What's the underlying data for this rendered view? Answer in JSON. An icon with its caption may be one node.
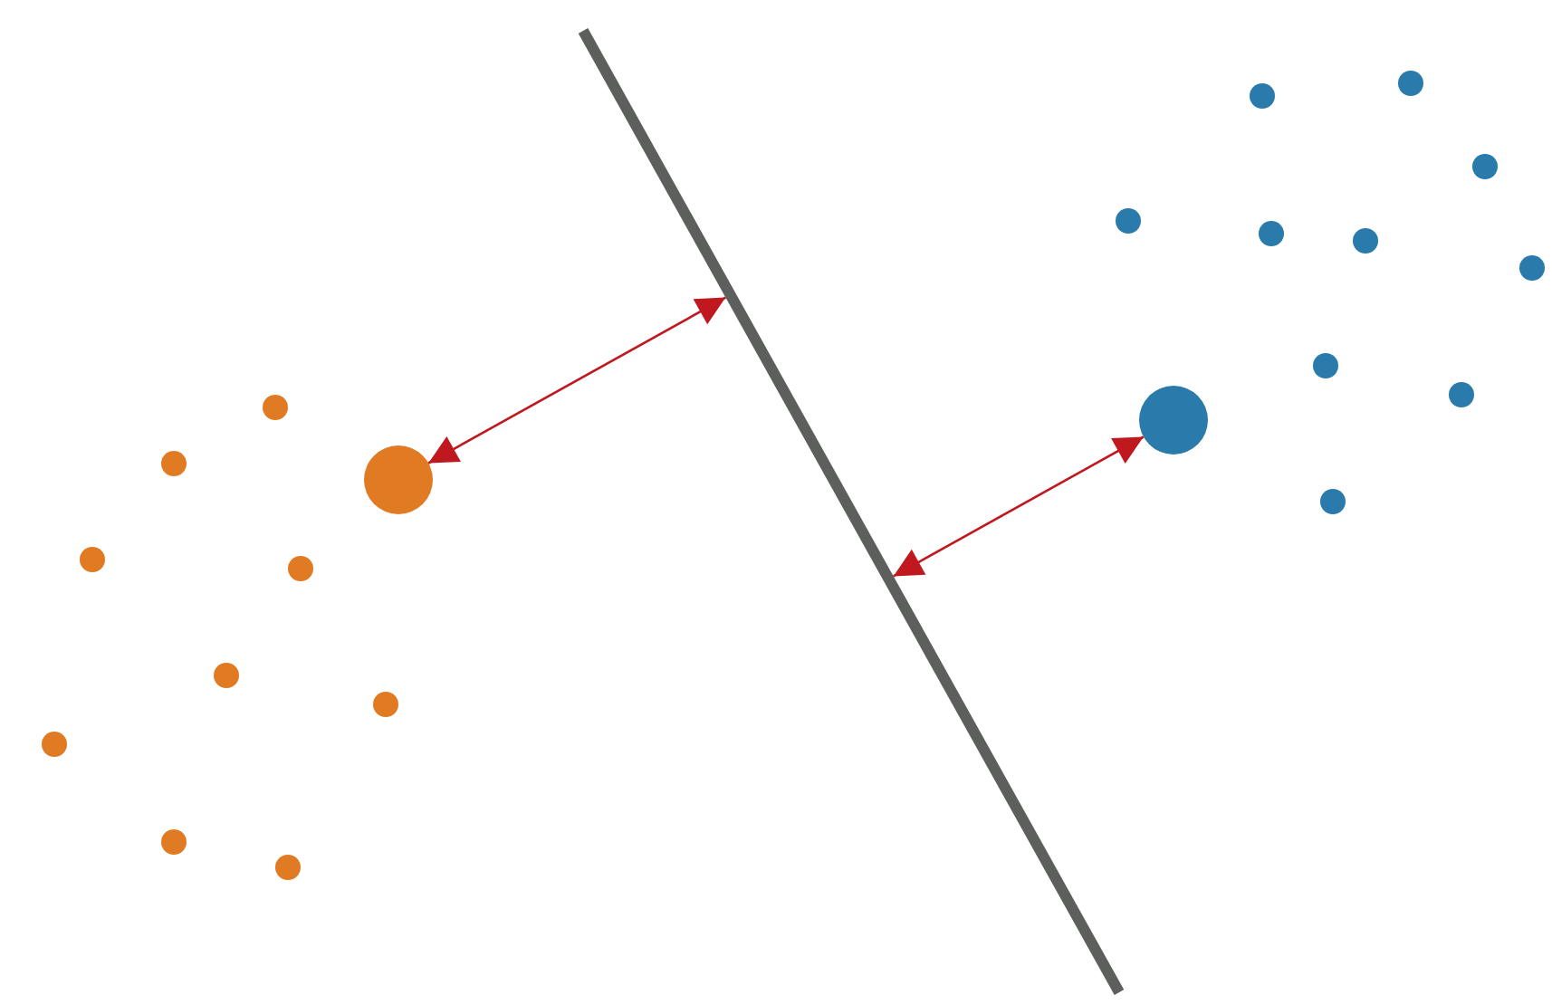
{
  "diagram": {
    "nodes": [
      {
        "text": [],
        "shape": "circle"
      },
      {
        "text": [],
        "shape": "line"
      },
      {
        "text": [],
        "shape": "circle"
      }
    ],
    "edges": [
      {
        "from": 0,
        "to": 1,
        "arrow": "both"
      },
      {
        "from": 2,
        "to": 1,
        "arrow": "both"
      }
    ]
  }
}
